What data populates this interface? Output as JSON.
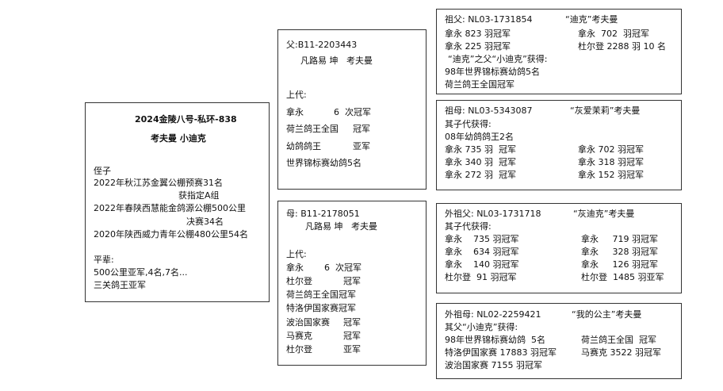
{
  "bird": {
    "ring": "2024金陵八号-私环-838",
    "name": "考夫曼 小迪克",
    "offspring_heading": "侄子",
    "offspring_lines": [
      "2022年秋江苏金翼公棚预赛31名",
      "获指定A组",
      "2022年春陕西慧能金鸽源公棚500公里",
      "决赛34名",
      "2020年陕西威力青年公棚480公里54名"
    ],
    "sibling_heading": "平辈:",
    "sibling_lines": [
      "500公里亚军,4名,7名...",
      "三关鸽王亚军"
    ]
  },
  "sire": {
    "ring": "父:B11-2203443",
    "breed": "凡路易 坤   考夫曼",
    "heading": "上代:",
    "rows": [
      [
        "拿永",
        "6  次冠军"
      ],
      [
        "荷兰鸽王全国",
        "冠军"
      ],
      [
        "幼鸽鸽王",
        "亚军"
      ],
      [
        "世界锦标赛幼鸽5名",
        ""
      ]
    ]
  },
  "dam": {
    "ring": "母: B11-2178051",
    "breed": "凡路易 坤   考夫曼",
    "heading": "上代:",
    "rows": [
      [
        "拿永",
        "6  次冠军"
      ],
      [
        "杜尔登",
        "冠军"
      ],
      [
        "荷兰鸽王全国冠军",
        ""
      ],
      [
        "特洛伊国家赛冠军",
        ""
      ],
      [
        "波治国家赛",
        "冠军"
      ],
      [
        "马赛克",
        "冠军"
      ],
      [
        "杜尔登",
        "亚军"
      ]
    ]
  },
  "gs1": {
    "ring": "祖父: NL03-1731854",
    "name": "“迪克”考夫曼",
    "l1a": "拿永 823 羽冠军",
    "l1b": "拿永  702  羽冠军",
    "l2a": "拿永 225 羽冠军",
    "l2b": "杜尔登 2288 羽 10 名",
    "l3": "“迪克”之父“小迪克”获得:",
    "l4": "98年世界锦标赛幼鸽5名",
    "l5": "荷兰鸽王全国冠军"
  },
  "gd1": {
    "ring": "祖母: NL03-5343087",
    "name": "“灰爱茉莉”考夫曼",
    "l1": "其子代获得:",
    "l2": "08年幼鸽鸽王2名",
    "l3a": "拿永 735 羽  冠军",
    "l3b": "拿永 702 羽冠军",
    "l4a": "拿永 340 羽  冠军",
    "l4b": "拿永 318 羽冠军",
    "l5a": "拿永 272 羽  冠军",
    "l5b": "拿永 152 羽冠军"
  },
  "gs2": {
    "ring": "外祖父: NL03-1731718",
    "name": "“灰迪克”考夫曼",
    "l1": "其子代获得:",
    "l2a": "拿永    735 羽冠军",
    "l2b": "拿永     719 羽冠军",
    "l3a": "拿永    634 羽冠军",
    "l3b": "拿永     328 羽冠军",
    "l4a": "拿永    140 羽冠军",
    "l4b": "拿永     126 羽冠军",
    "l5a": "杜尔登  91 羽冠军",
    "l5b": "杜尔登  1485 羽亚军"
  },
  "gd2": {
    "ring": "外祖母: NL02-2259421",
    "name": "“我的公主”考夫曼",
    "l1": "其父“小迪克”获得:",
    "l2a": "98年世界锦标赛幼鸽  5名",
    "l2b": "荷兰鸽王全国  冠军",
    "l3a": "特洛伊国家赛 17883 羽冠军",
    "l3b": "马赛克 3522 羽冠军",
    "l4": "波治国家赛 7155 羽冠军"
  }
}
